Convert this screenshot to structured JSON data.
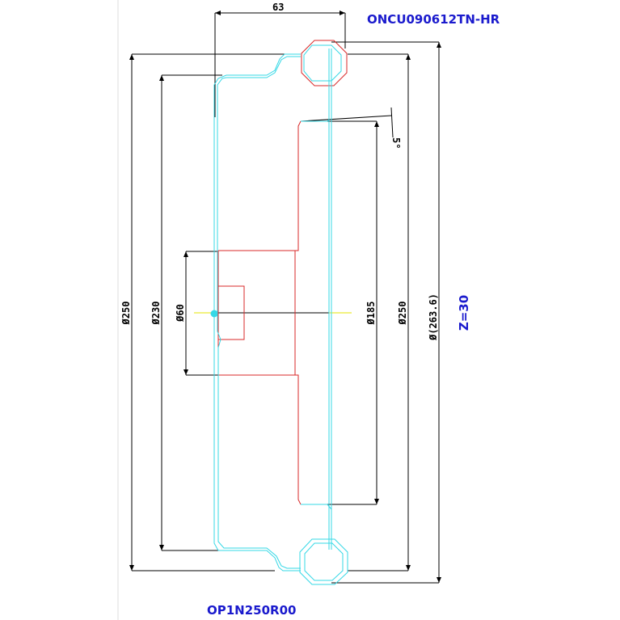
{
  "labels": {
    "insert_code": "ONCU090612TN-HR",
    "cutter_code": "OP1N250R00",
    "teeth_count": "Z=30"
  },
  "dimensions": {
    "width_63": "63",
    "outer_dia_250": "Ø250",
    "dia_230": "Ø230",
    "bore_60": "Ø60",
    "hub_185": "Ø185",
    "dia_250_right": "Ø250",
    "dia_263": "Ø(263.6)",
    "angle_5": "5°"
  },
  "colors": {
    "label_blue": "#1a1acd",
    "profile_cyan": "#36d8e6",
    "profile_red": "#d82a2a",
    "dim_black": "#000000",
    "center_yellow": "#e6e600"
  }
}
